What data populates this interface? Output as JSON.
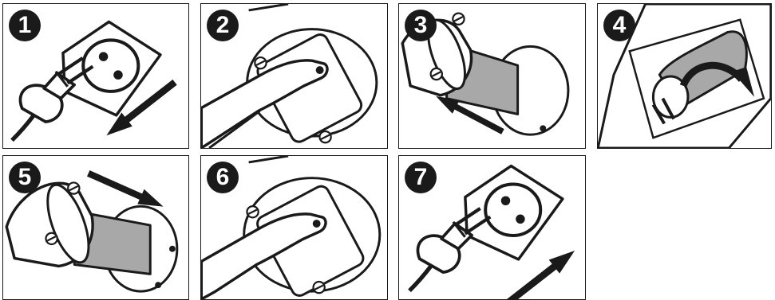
{
  "steps": [
    {
      "number": "1",
      "action": "unplug"
    },
    {
      "number": "2",
      "action": "remove-cover-screws"
    },
    {
      "number": "3",
      "action": "pull-out-lamp-holder"
    },
    {
      "number": "4",
      "action": "replace-bulb"
    },
    {
      "number": "5",
      "action": "push-in-lamp-holder"
    },
    {
      "number": "6",
      "action": "refit-cover-screws"
    },
    {
      "number": "7",
      "action": "plug-in"
    }
  ],
  "colors": {
    "ink": "#1a1a1a",
    "bulb_grey": "#a8a8a8",
    "paper": "#ffffff"
  },
  "icons": [
    "plug-icon",
    "socket-icon",
    "cover-plate-icon",
    "screw-icon",
    "lamp-holder-icon",
    "bulb-icon",
    "arrow-icon"
  ]
}
